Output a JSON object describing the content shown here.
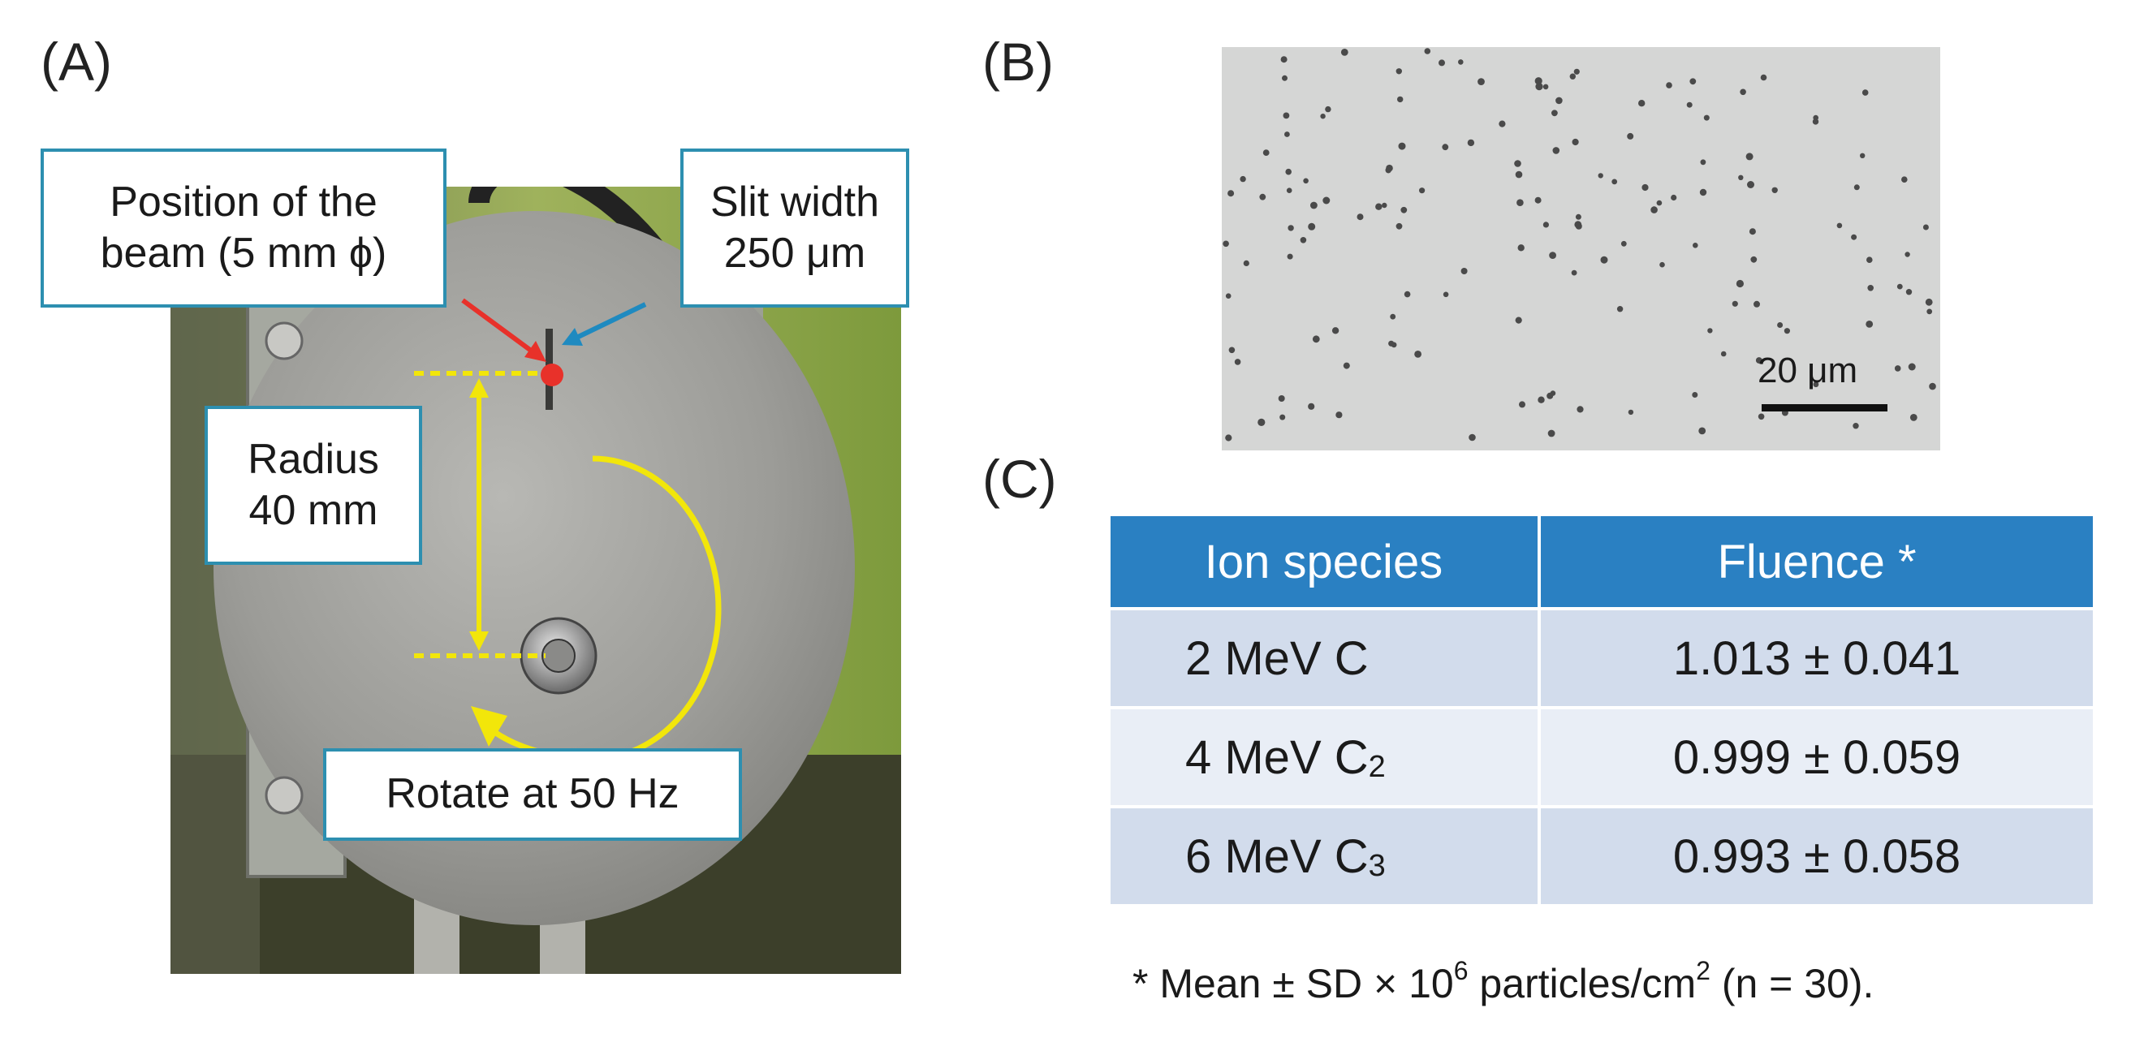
{
  "panels": {
    "a": {
      "label": "(A)"
    },
    "b": {
      "label": "(B)"
    },
    "c": {
      "label": "(C)"
    }
  },
  "photo": {
    "callouts": {
      "beam_position": [
        "Position of the",
        "beam (5 mm ϕ)"
      ],
      "slit_width": [
        "Slit width",
        "250 μm"
      ],
      "radius": [
        "Radius",
        "40 mm"
      ],
      "rotation": "Rotate at 50 Hz"
    },
    "colors": {
      "beam_arrow": "#e8312a",
      "slit_arrow": "#1f8ac0",
      "radius": "#f2e60a",
      "callout_border": "#2d8fb0"
    }
  },
  "micrograph": {
    "scale_bar_label": "20 μm"
  },
  "table": {
    "headers": [
      "Ion species",
      "Fluence *"
    ],
    "rows": [
      {
        "species": "2 MeV C",
        "species_sub": "",
        "fluence": "1.013 ± 0.041"
      },
      {
        "species": "4 MeV C",
        "species_sub": "2",
        "fluence": "0.999 ± 0.059"
      },
      {
        "species": "6 MeV C",
        "species_sub": "3",
        "fluence": "0.993 ± 0.058"
      }
    ],
    "colors": {
      "header": "#2a80c2",
      "row_odd": "#d2dcec",
      "row_even": "#e9eef6"
    }
  },
  "footnote": {
    "part1": "* Mean ± SD × 10",
    "exp1": "6",
    "part2": " particles/cm",
    "exp2": "2",
    "part3": " (n = 30)."
  }
}
